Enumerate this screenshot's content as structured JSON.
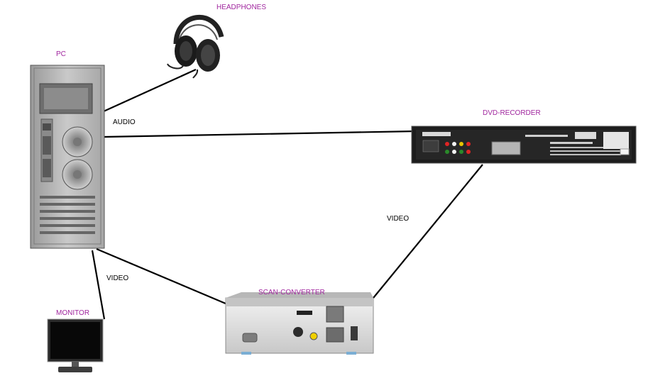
{
  "devices": {
    "headphones": {
      "label": "HEADPHONES"
    },
    "pc": {
      "label": "PC"
    },
    "dvd_recorder": {
      "label": "DVD-RECORDER"
    },
    "scan_converter": {
      "label": "SCAN-CONVERTER"
    },
    "monitor": {
      "label": "MONITOR"
    }
  },
  "connections": {
    "audio": {
      "label": "AUDIO"
    },
    "video_pc_scan": {
      "label": "VIDEO"
    },
    "video_scan_dvd": {
      "label": "VIDEO"
    }
  },
  "colors": {
    "label": "#a0259e",
    "wire": "#000000",
    "background": "#ffffff"
  }
}
